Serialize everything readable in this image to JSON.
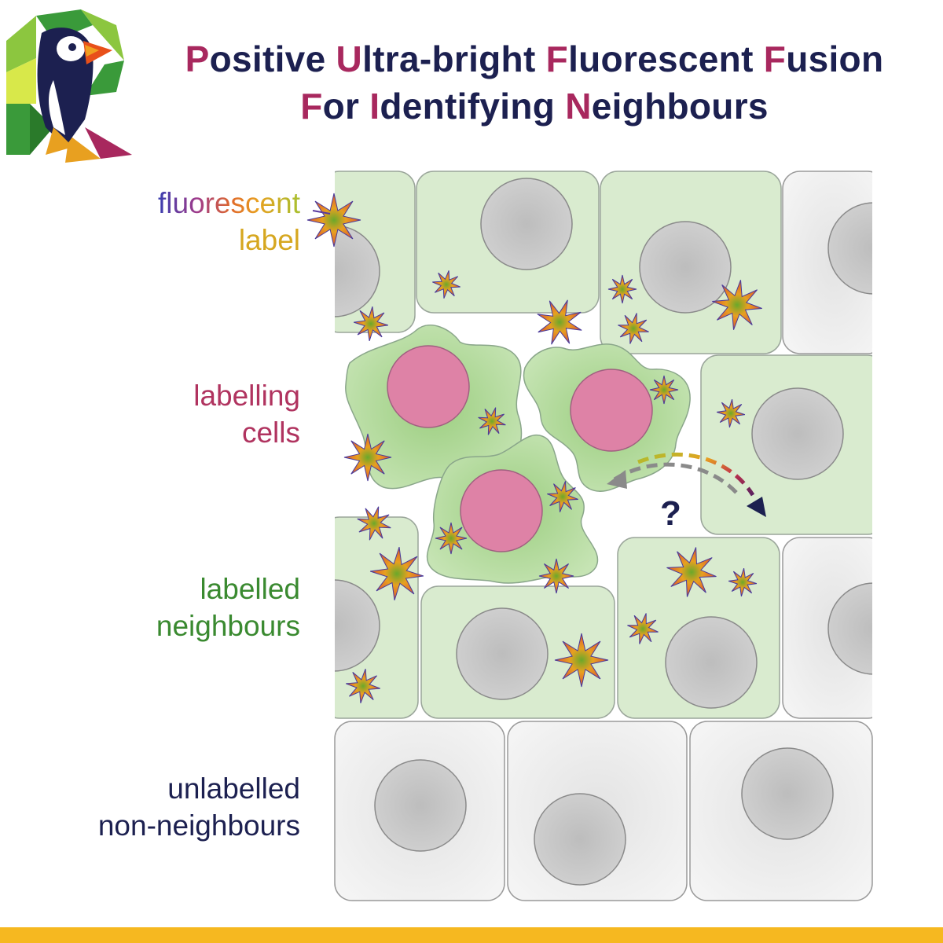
{
  "title": {
    "line1": [
      {
        "initial": "P",
        "rest": "ositive "
      },
      {
        "initial": "U",
        "rest": "ltra-bright "
      },
      {
        "initial": "F",
        "rest": "luorescent "
      },
      {
        "initial": "F",
        "rest": "usion"
      }
    ],
    "line2": [
      {
        "initial": "F",
        "rest": "or "
      },
      {
        "initial": "I",
        "rest": "dentifying "
      },
      {
        "initial": "N",
        "rest": "eighbours"
      }
    ]
  },
  "labels": {
    "fluorescent_label": [
      "fluorescent",
      "label"
    ],
    "labelling_cells": [
      "labelling",
      "cells"
    ],
    "labelled_neighbours": [
      "labelled",
      "neighbours"
    ],
    "unlabelled_non_neighbours": [
      "unlabelled",
      "non-neighbours"
    ]
  },
  "question_mark": "?",
  "colors": {
    "navy": "#1c2050",
    "magenta": "#a8285e",
    "labelled_cell": "#d9ebcf",
    "labelling_cell": "#a9d490",
    "labelling_nucleus": "#de82a6",
    "grey_nucleus": "#cacaca",
    "bottom_bar": "#f6b820"
  },
  "icons": {
    "logo": "puffin-R-logo",
    "label": "fluorescent-star-icon",
    "arrow": "bidirectional-dashed-arrow-icon"
  }
}
